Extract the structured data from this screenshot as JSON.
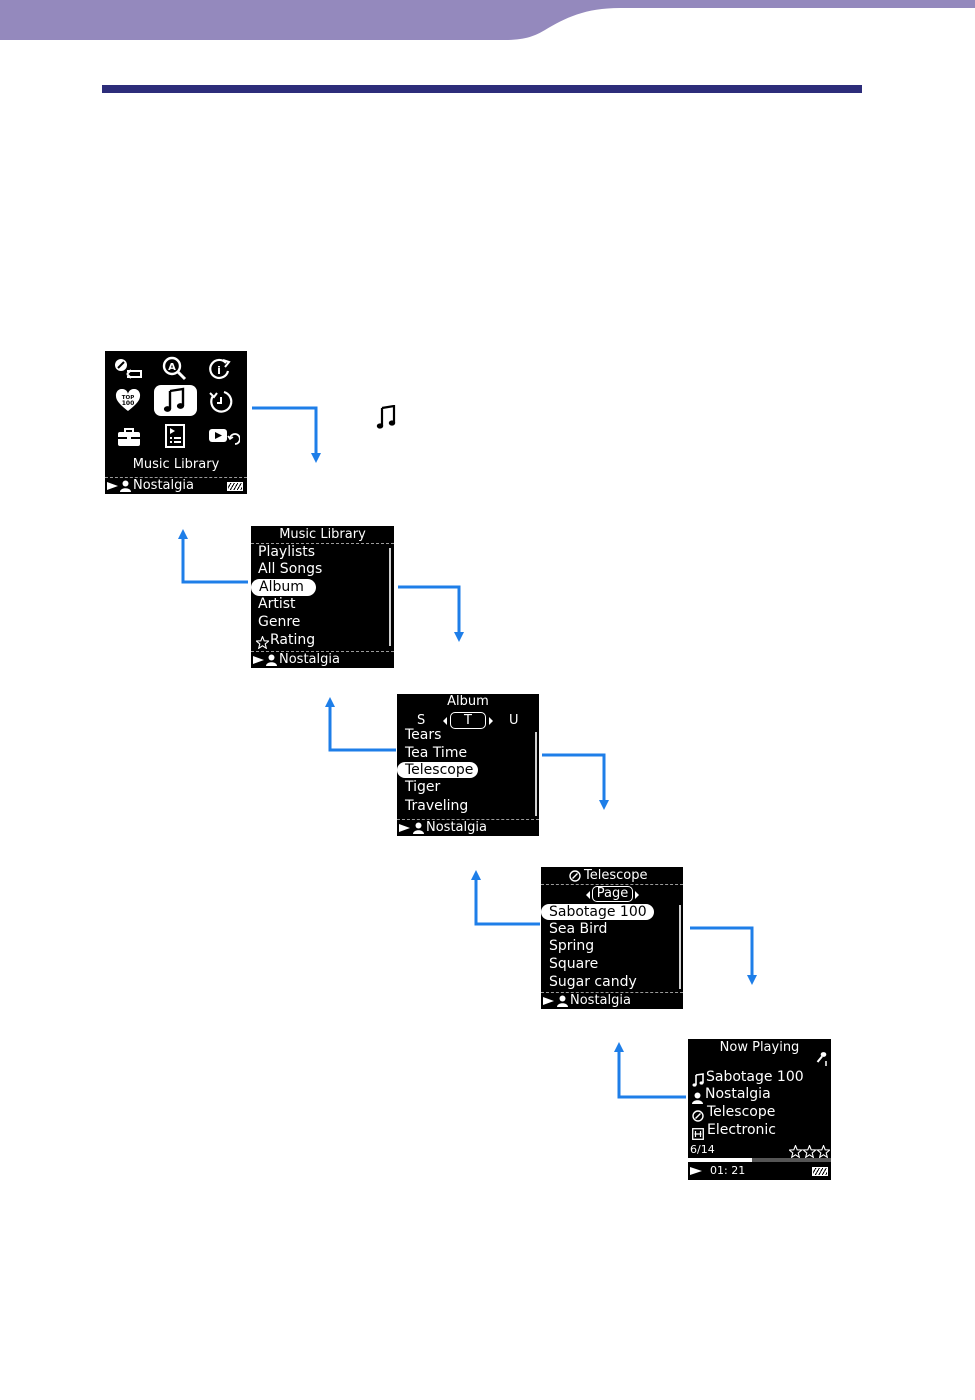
{
  "colors": {
    "accent_band": "#9489bd",
    "rule": "#2d2d7a",
    "arrow": "#1e7ee8",
    "screen_bg": "#000000"
  },
  "step1_icon": "music-note-icon",
  "home_screen": {
    "icons": [
      "settings-repeat-icon",
      "search-icon",
      "intro-icon",
      "top100-heart-icon",
      "music-library-icon",
      "timer-icon",
      "toolbox-icon",
      "playlist-icon",
      "video-return-icon"
    ],
    "title": "Music Library",
    "now_playing": "Nostalgia"
  },
  "library_screen": {
    "title": "Music Library",
    "items": [
      "Playlists",
      "All Songs",
      "Album",
      "Artist",
      "Genre",
      "Rating"
    ],
    "selected": "Album",
    "now_playing": "Nostalgia"
  },
  "album_screen": {
    "title": "Album",
    "letters": {
      "prev": "S",
      "current": "T",
      "next": "U"
    },
    "items": [
      "Tears",
      "Tea Time",
      "Telescope",
      "Tiger",
      "Traveling"
    ],
    "selected": "Telescope",
    "now_playing": "Nostalgia"
  },
  "songs_screen": {
    "title": "Telescope",
    "page_label": "Page",
    "items": [
      "Sabotage 100",
      "Sea Bird",
      "Spring",
      "Square",
      "Sugar candy"
    ],
    "selected": "Sabotage 100",
    "now_playing": "Nostalgia"
  },
  "now_playing_screen": {
    "title": "Now Playing",
    "song": "Sabotage 100",
    "artist": "Nostalgia",
    "album": "Telescope",
    "genre": "Electronic",
    "track": "6/14",
    "time": "01: 21",
    "progress": 0.45,
    "rating_stars": 3
  }
}
